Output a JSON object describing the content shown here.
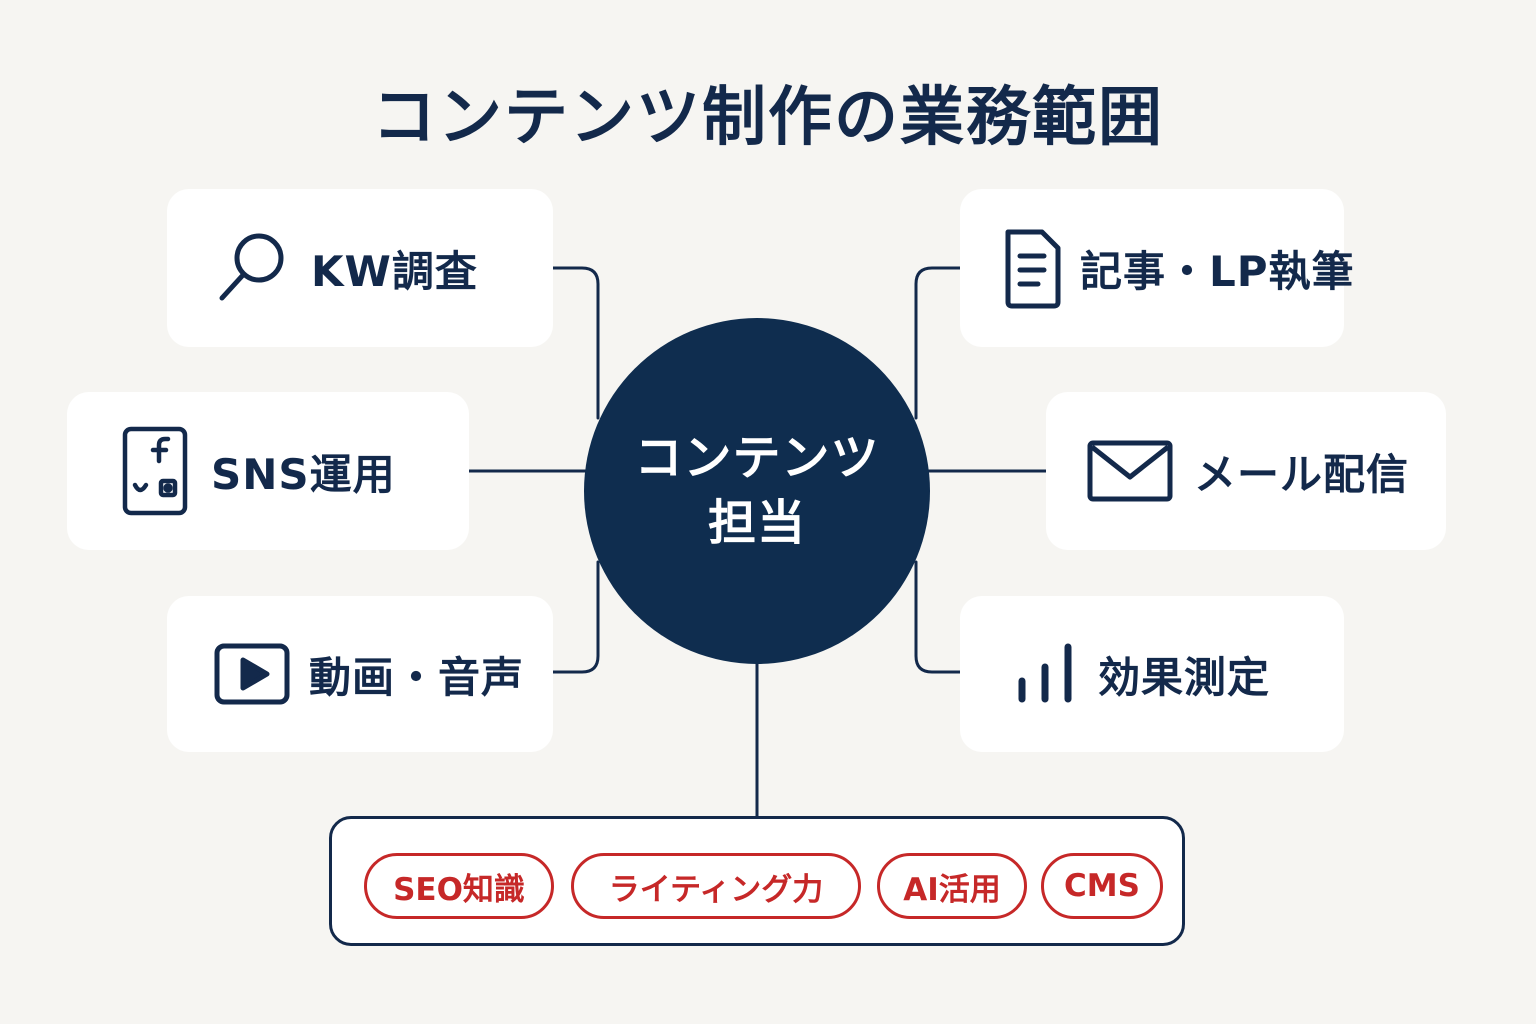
{
  "title": "コンテンツ制作の業務範囲",
  "hub": {
    "label": "コンテンツ\n担当"
  },
  "tasks": {
    "kw_research": {
      "label": "KW調査",
      "icon": "search-icon"
    },
    "sns": {
      "label": "SNS運用",
      "icon": "smartphone-icon"
    },
    "video_audio": {
      "label": "動画・音声",
      "icon": "play-icon"
    },
    "writing": {
      "label": "記事・LP執筆",
      "icon": "document-icon"
    },
    "email": {
      "label": "メール配信",
      "icon": "envelope-icon"
    },
    "analytics": {
      "label": "効果測定",
      "icon": "bar-chart-icon"
    }
  },
  "skills": [
    "SEO知識",
    "ライティング力",
    "AI活用",
    "CMS"
  ],
  "colors": {
    "navy": "#13294b",
    "hub": "#0f2d4f",
    "accent_red": "#c62828",
    "background": "#f6f5f2",
    "card": "#ffffff"
  }
}
